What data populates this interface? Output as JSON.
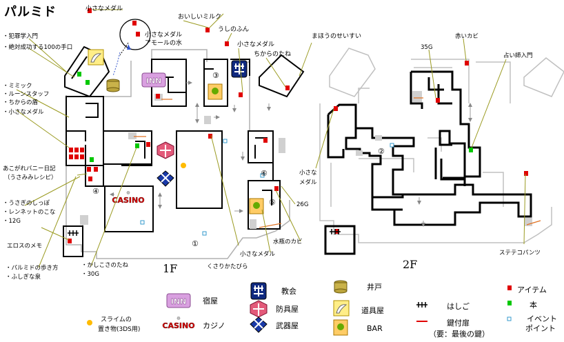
{
  "title": "パルミド",
  "floors": {
    "f1": "1F",
    "f2": "2F"
  },
  "colors": {
    "item": "#e00000",
    "book": "#00c800",
    "event": "#3399cc",
    "wall": "#000000",
    "wall2f_gray": "#c0c0c0"
  },
  "labels": {
    "small_medal_top": "小さなメダル",
    "small_medal_circle": "小さなメダル",
    "amor_water": "アモールの水",
    "oishii_milk": "おいしいミルク",
    "ushi_no_fun": "うしのふん",
    "small_medal_mid": "小さなメダル",
    "chikara_no_tane": "ちからのたね",
    "mahou_seisui": "まほうのせいすい",
    "hanzai_gaku": "犯罪学入門",
    "zettai_seikou": "絶対成功する100の手口",
    "mimic": "ミミック",
    "rune_staff": "ルーンスタッフ",
    "chikara_no_tate": "ちからの盾",
    "small_medal_left": "小さなメダル",
    "akogare_bunny": "あこがれバニー日記",
    "usamimi_recipe": "（うさみみレシピ）",
    "usagi_shippo": "うさぎのしっぽ",
    "rennet_kona": "レンネットのこな",
    "g12": "12G",
    "eros_memo": "エロスのメモ",
    "palmido_arukikata": "パルミドの歩き方",
    "fushigi_izumi": "ふしぎな泉",
    "kashikosa_tane": "かしこさのたね",
    "g30": "30G",
    "kusari_katabira": "くさりかたびら",
    "small_medal_bottom": "小さなメダル",
    "mizugame_kabi": "水瓶のカビ",
    "g26": "26G",
    "small_medal_right_1": "小さな",
    "small_medal_right_2": "メダル",
    "g35": "35G",
    "akai_kabi": "赤いカビ",
    "uranai": "占い師入門",
    "suteteko": "ステテコパンツ"
  },
  "markers": [
    "①",
    "②",
    "③",
    "④",
    "⑤",
    "⑥"
  ],
  "legend": {
    "inn_label": "宿屋",
    "casino_label": "カジノ",
    "church_label": "教会",
    "armor_label": "防具屋",
    "weapon_label": "武器屋",
    "well_label": "井戸",
    "tool_label": "道具屋",
    "bar_label": "BAR",
    "ladder_label": "はしご",
    "locked_door_label": "鍵付扉",
    "locked_door_note": "（要：最後の鍵）",
    "item_label": "アイテム",
    "book_label": "本",
    "event_label_1": "イベント",
    "event_label_2": "ポイント",
    "slime_label_1": "スライムの",
    "slime_label_2": "置き物(3DS用)"
  },
  "icons": {
    "inn": "INN",
    "casino": "CASINO",
    "church": "church-icon",
    "armor": "armor-shop-icon",
    "weapon": "weapon-shop-icon",
    "well": "well-icon",
    "tool": "tool-shop-icon",
    "bar": "bar-icon",
    "ladder": "ladder-icon",
    "slime": "slime-statue-icon"
  }
}
